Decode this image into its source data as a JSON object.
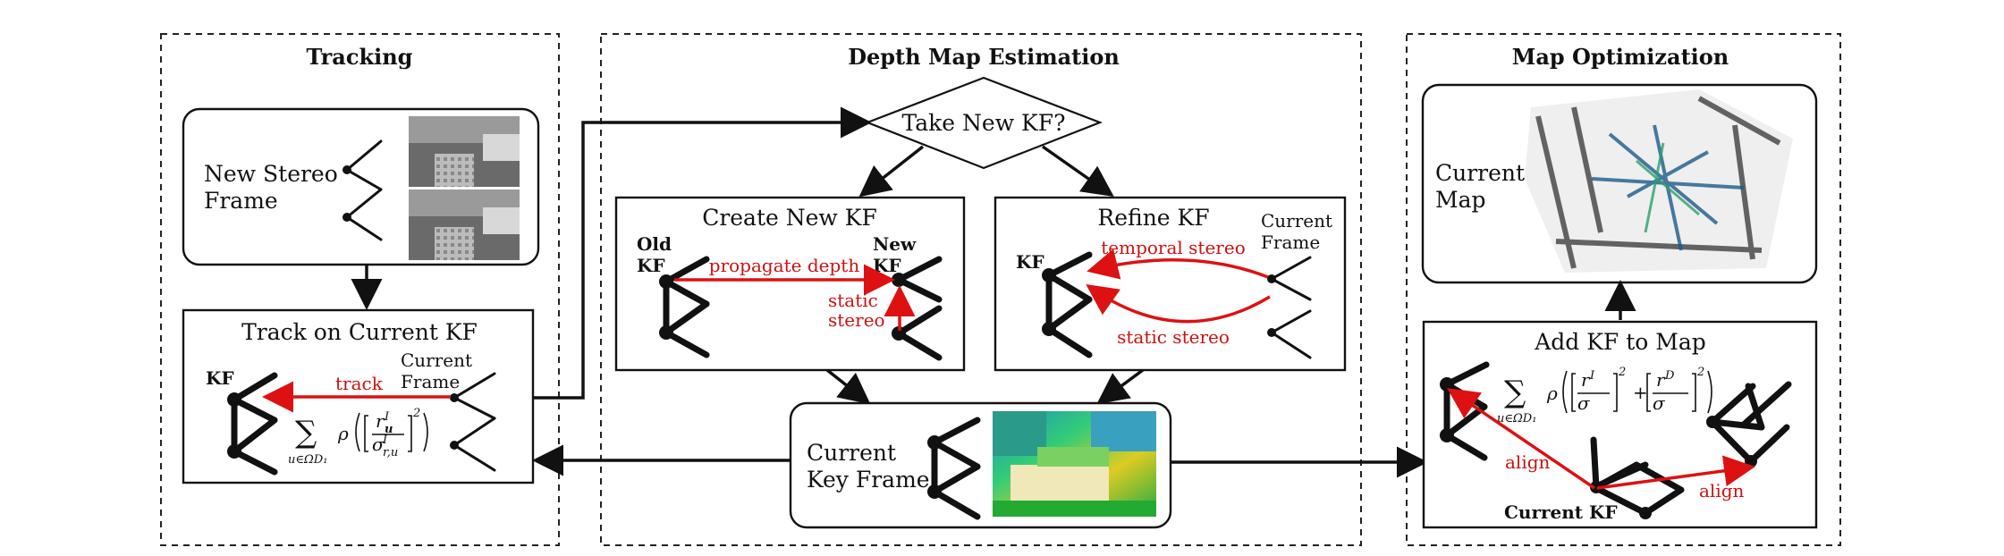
{
  "panels": {
    "tracking": {
      "title": "Tracking"
    },
    "depth": {
      "title": "Depth Map Estimation"
    },
    "mapopt": {
      "title": "Map Optimization"
    }
  },
  "tracking": {
    "new_stereo_frame": [
      "New Stereo",
      "Frame"
    ],
    "track_box_title": "Track on Current KF",
    "kf_label": "KF",
    "current_frame_label": [
      "Current",
      "Frame"
    ],
    "track_label": "track",
    "formula": {
      "sum": "∑",
      "sum_sub": "u∈ΩD₁",
      "rho": "ρ",
      "num": "r",
      "num_sup": "I",
      "num_sub": "u",
      "den": "σ",
      "den_sup": "I",
      "den_sub": "r,u",
      "power": "2"
    }
  },
  "depth": {
    "decision": "Take New KF?",
    "create_title": "Create New KF",
    "old_kf": [
      "Old",
      "KF"
    ],
    "new_kf": [
      "New",
      "KF"
    ],
    "propagate_label": "propagate depth",
    "static_stereo_label": [
      "static",
      "stereo"
    ],
    "refine_title": "Refine KF",
    "refine_kf": "KF",
    "refine_current_frame": [
      "Current",
      "Frame"
    ],
    "temporal_stereo": "temporal stereo",
    "static_stereo": "static stereo",
    "current_keyframe": [
      "Current",
      "Key Frame"
    ]
  },
  "mapopt": {
    "current_map": [
      "Current",
      "Map"
    ],
    "add_title": "Add KF to Map",
    "align_left": "align",
    "align_right": "align",
    "current_kf": "Current KF",
    "formula": {
      "sum": "∑",
      "sum_sub": "u∈ΩD₁",
      "rho": "ρ",
      "plus": "+",
      "i_sup": "I",
      "d_sup": "D",
      "power": "2"
    }
  },
  "colors": {
    "red": "#dd1111",
    "black": "#111111"
  }
}
